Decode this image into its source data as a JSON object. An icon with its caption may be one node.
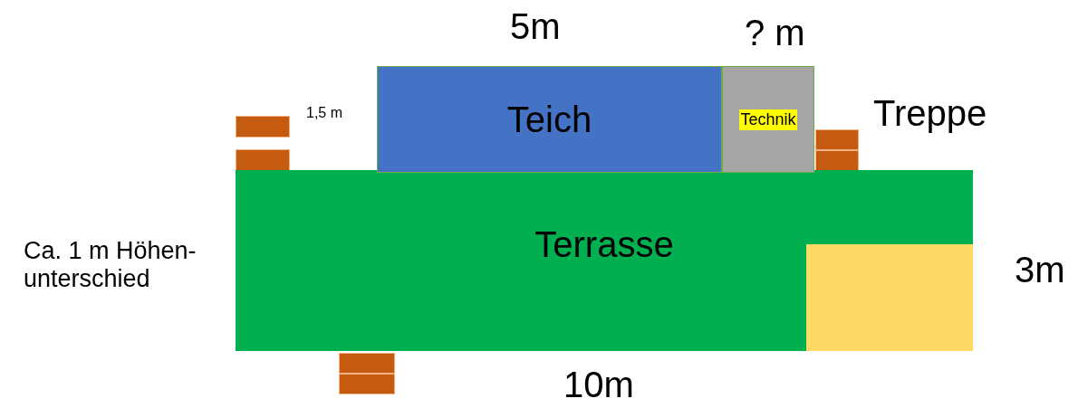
{
  "diagram": {
    "nodes": [
      {
        "text": [
          "Terrasse"
        ]
      },
      {
        "text": [
          "Teich"
        ]
      },
      {
        "text": [
          "Technik"
        ]
      },
      {
        "text": [],
        "shape": "box",
        "in": 0
      }
    ],
    "labels": [
      "5m",
      "? m",
      "1,5 m",
      "Treppe",
      "Ca. 1 m Höhen- unterschied",
      "3m",
      "10m"
    ]
  }
}
